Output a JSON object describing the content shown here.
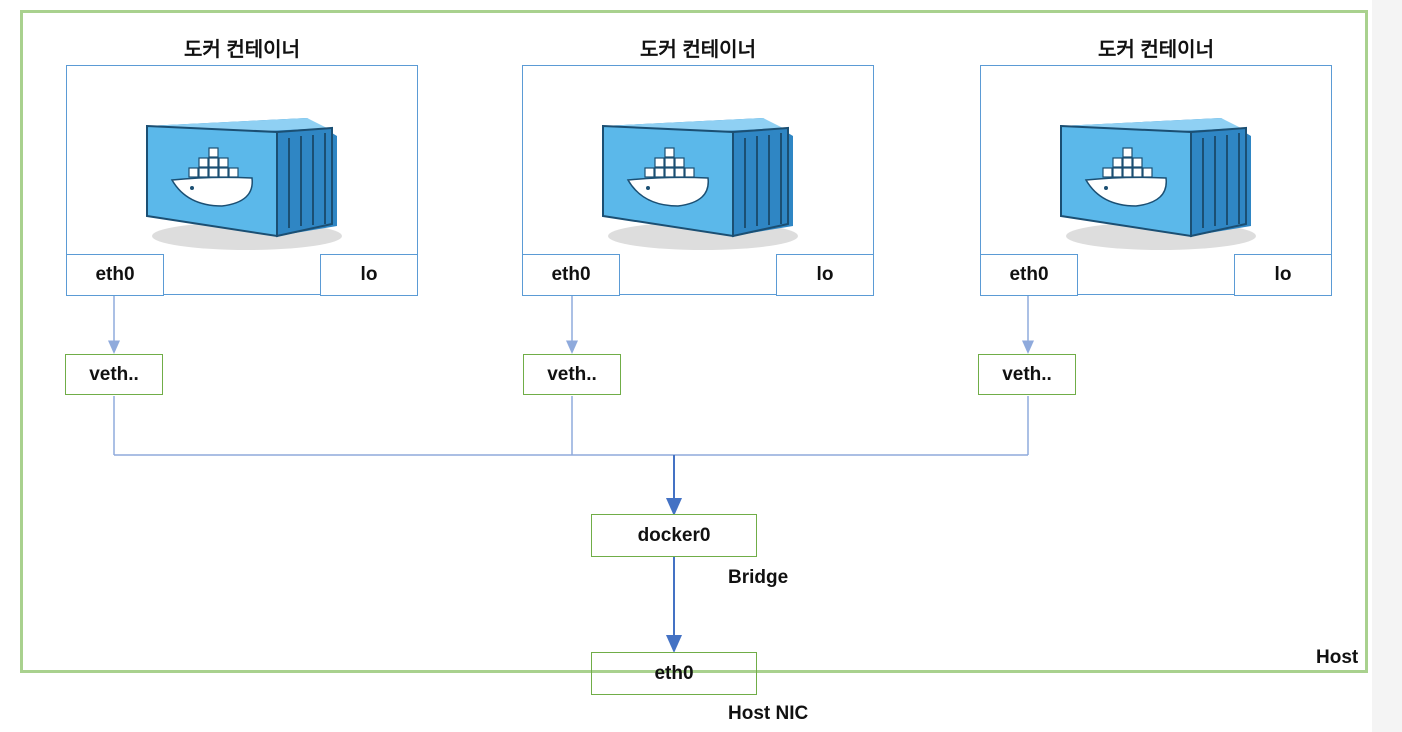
{
  "colors": {
    "host_border": "#a9d18e",
    "container_border": "#5b9bd5",
    "green_border": "#70ad47",
    "line": "#8faadc",
    "arrow": "#4472c4",
    "container_blue": "#4aa8e0"
  },
  "containers": [
    {
      "title": "도커 컨테이너",
      "eth": "eth0",
      "lo": "lo",
      "veth": "veth..",
      "icon": "docker-container-icon"
    },
    {
      "title": "도커 컨테이너",
      "eth": "eth0",
      "lo": "lo",
      "veth": "veth..",
      "icon": "docker-container-icon"
    },
    {
      "title": "도커 컨테이너",
      "eth": "eth0",
      "lo": "lo",
      "veth": "veth..",
      "icon": "docker-container-icon"
    }
  ],
  "bridge": {
    "name": "docker0",
    "label": "Bridge"
  },
  "host": {
    "label": "Host",
    "nic_name": "eth0",
    "nic_label": "Host NIC"
  }
}
